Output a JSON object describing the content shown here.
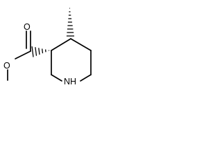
{
  "molecule": {
    "atoms": {
      "carbonyl_oxygen": "O",
      "ester_oxygen": "O",
      "ring_nitrogen": "NH"
    },
    "colors": {
      "bond": "#000000",
      "label": "#000000",
      "background": "#ffffff"
    }
  }
}
